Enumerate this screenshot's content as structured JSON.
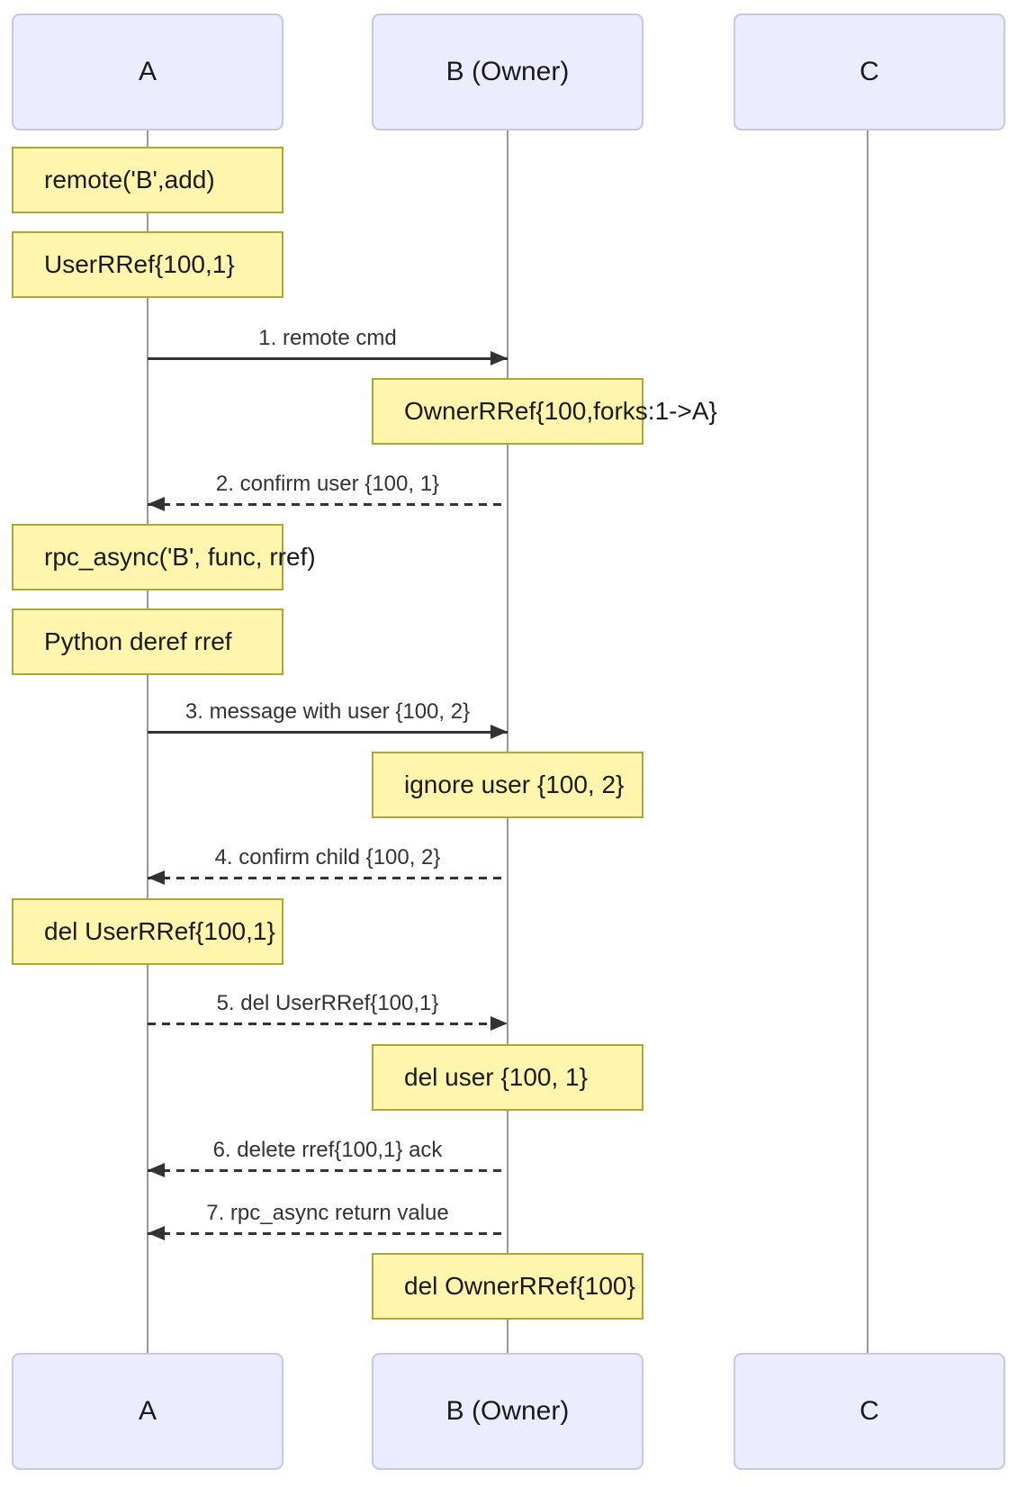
{
  "diagram_type": "sequence-diagram",
  "actors": [
    {
      "label": "A"
    },
    {
      "label": "B (Owner)"
    },
    {
      "label": "C"
    }
  ],
  "notes": [
    {
      "actor": "A",
      "text": "remote('B',add)"
    },
    {
      "actor": "A",
      "text": "UserRRef{100,1}"
    },
    {
      "actor": "B",
      "text": "OwnerRRef{100,forks:1->A}"
    },
    {
      "actor": "A",
      "text": "rpc_async('B', func, rref)"
    },
    {
      "actor": "A",
      "text": "Python deref rref"
    },
    {
      "actor": "B",
      "text": "ignore user {100, 2}"
    },
    {
      "actor": "A",
      "text": "del UserRRef{100,1}"
    },
    {
      "actor": "B",
      "text": "del user {100, 1}"
    },
    {
      "actor": "B",
      "text": "del OwnerRRef{100}"
    }
  ],
  "messages": [
    {
      "label": "1. remote cmd",
      "from": "A",
      "to": "B",
      "style": "solid"
    },
    {
      "label": "2. confirm user {100, 1}",
      "from": "B",
      "to": "A",
      "style": "dashed"
    },
    {
      "label": "3. message with user {100, 2}",
      "from": "A",
      "to": "B",
      "style": "solid"
    },
    {
      "label": "4. confirm child {100, 2}",
      "from": "B",
      "to": "A",
      "style": "dashed"
    },
    {
      "label": "5. del UserRRef{100,1}",
      "from": "A",
      "to": "B",
      "style": "dashed"
    },
    {
      "label": "6. delete rref{100,1} ack",
      "from": "B",
      "to": "A",
      "style": "dashed"
    },
    {
      "label": "7. rpc_async return value",
      "from": "B",
      "to": "A",
      "style": "dashed"
    }
  ],
  "colors": {
    "note_fill": "#FFF5AD",
    "note_border": "#AAAA33",
    "actor_fill": "#ECECFF",
    "actor_border": "#C6C6F0",
    "lifeline": "#999999",
    "arrow": "#333333",
    "text": "#1A1A1A"
  }
}
